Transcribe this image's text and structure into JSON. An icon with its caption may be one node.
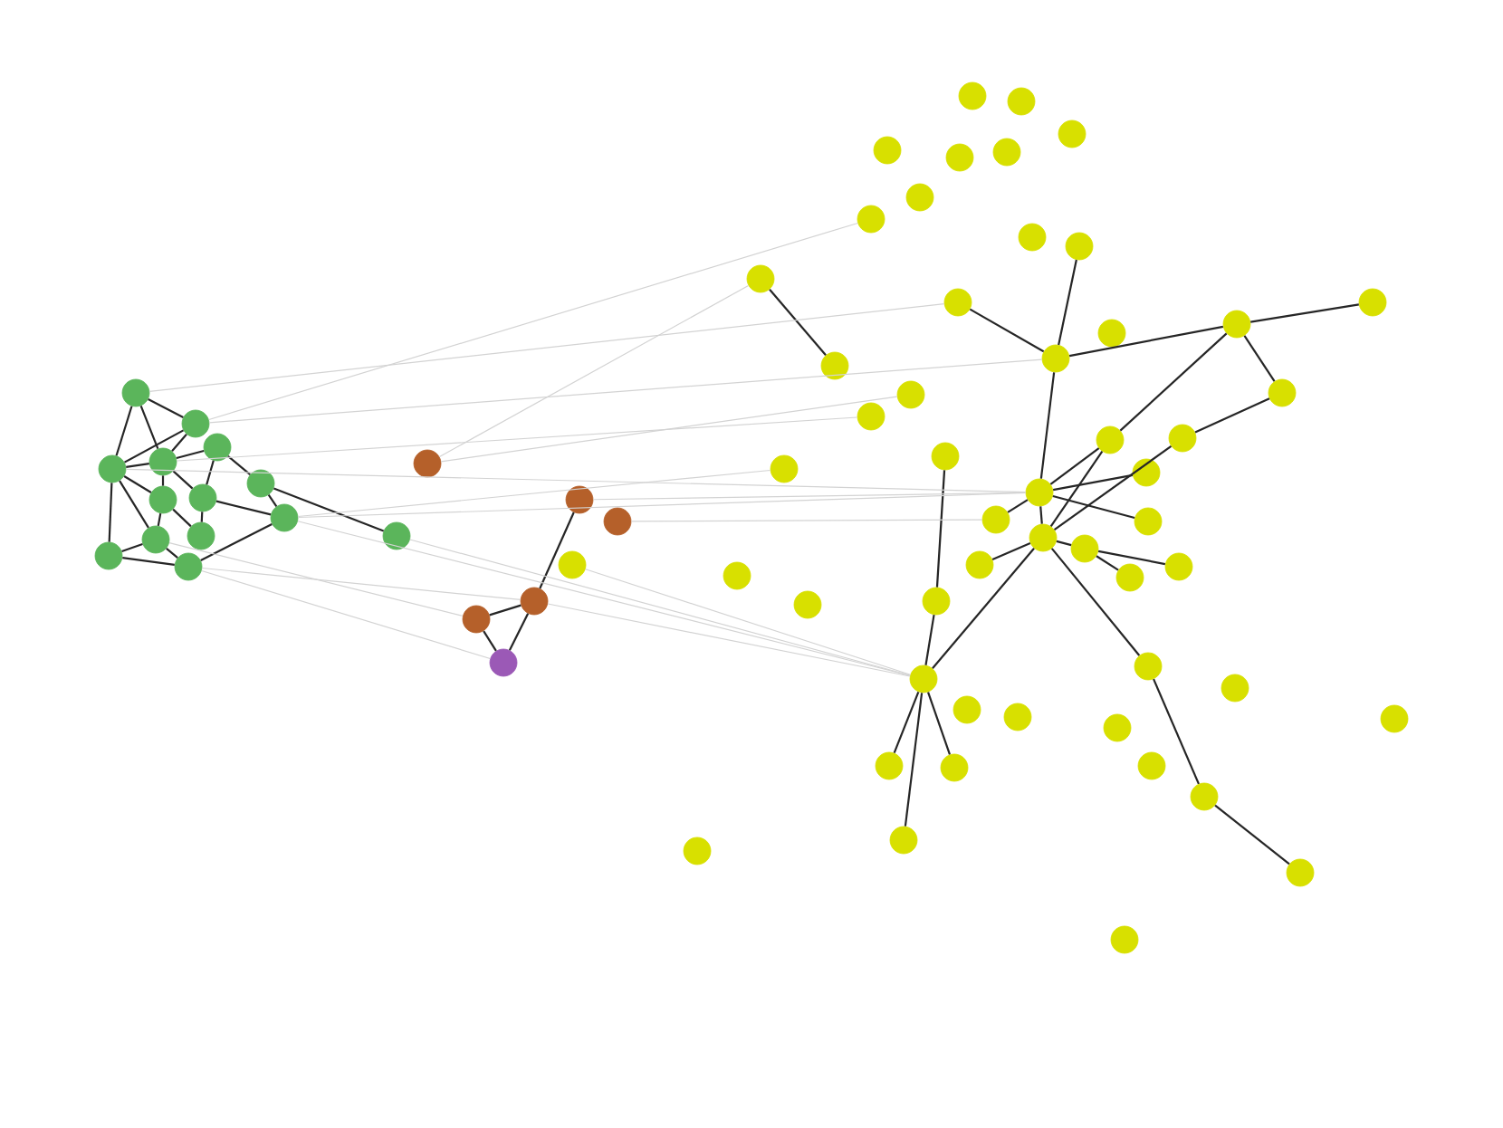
{
  "diagram": {
    "nodes": [
      {
        "text": [],
        "shape": "circle"
      },
      {
        "text": [],
        "shape": "circle"
      },
      {
        "text": [],
        "shape": "circle"
      },
      {
        "text": [],
        "shape": "circle"
      },
      {
        "text": [],
        "shape": "circle"
      },
      {
        "text": [],
        "shape": "circle"
      },
      {
        "text": [],
        "shape": "circle"
      },
      {
        "text": [],
        "shape": "circle"
      },
      {
        "text": [],
        "shape": "circle"
      },
      {
        "text": [],
        "shape": "circle"
      },
      {
        "text": [],
        "shape": "circle"
      },
      {
        "text": [],
        "shape": "circle"
      },
      {
        "text": [],
        "shape": "circle"
      },
      {
        "text": [],
        "shape": "circle"
      },
      {
        "text": [],
        "shape": "circle"
      },
      {
        "text": [],
        "shape": "circle"
      },
      {
        "text": [],
        "shape": "circle"
      },
      {
        "text": [],
        "shape": "circle"
      },
      {
        "text": [],
        "shape": "circle"
      },
      {
        "text": [],
        "shape": "circle"
      },
      {
        "text": [],
        "shape": "circle"
      },
      {
        "text": [],
        "shape": "circle"
      },
      {
        "text": [],
        "shape": "circle"
      },
      {
        "text": [],
        "shape": "circle"
      },
      {
        "text": [],
        "shape": "circle"
      },
      {
        "text": [],
        "shape": "circle"
      },
      {
        "text": [],
        "shape": "circle"
      },
      {
        "text": [],
        "shape": "circle"
      },
      {
        "text": [],
        "shape": "circle"
      },
      {
        "text": [],
        "shape": "circle"
      },
      {
        "text": [],
        "shape": "circle"
      },
      {
        "text": [],
        "shape": "circle"
      },
      {
        "text": [],
        "shape": "circle"
      },
      {
        "text": [],
        "shape": "circle"
      },
      {
        "text": [],
        "shape": "circle"
      },
      {
        "text": [],
        "shape": "circle"
      },
      {
        "text": [],
        "shape": "circle"
      },
      {
        "text": [],
        "shape": "circle"
      },
      {
        "text": [],
        "shape": "circle"
      },
      {
        "text": [],
        "shape": "circle"
      },
      {
        "text": [],
        "shape": "circle"
      },
      {
        "text": [],
        "shape": "circle"
      },
      {
        "text": [],
        "shape": "circle"
      },
      {
        "text": [],
        "shape": "circle"
      },
      {
        "text": [],
        "shape": "circle"
      },
      {
        "text": [],
        "shape": "circle"
      },
      {
        "text": [],
        "shape": "circle"
      },
      {
        "text": [],
        "shape": "circle"
      },
      {
        "text": [],
        "shape": "circle"
      },
      {
        "text": [],
        "shape": "circle"
      },
      {
        "text": [],
        "shape": "circle"
      },
      {
        "text": [],
        "shape": "circle"
      },
      {
        "text": [],
        "shape": "circle"
      },
      {
        "text": [],
        "shape": "circle"
      },
      {
        "text": [],
        "shape": "circle"
      },
      {
        "text": [],
        "shape": "circle"
      },
      {
        "text": [],
        "shape": "circle"
      },
      {
        "text": [],
        "shape": "circle"
      },
      {
        "text": [],
        "shape": "circle"
      },
      {
        "text": [],
        "shape": "circle"
      },
      {
        "text": [],
        "shape": "circle"
      },
      {
        "text": [],
        "shape": "circle"
      },
      {
        "text": [],
        "shape": "circle"
      },
      {
        "text": [],
        "shape": "circle"
      },
      {
        "text": [],
        "shape": "circle"
      },
      {
        "text": [],
        "shape": "circle"
      },
      {
        "text": [],
        "shape": "circle"
      },
      {
        "text": [],
        "shape": "circle"
      },
      {
        "text": [],
        "shape": "circle"
      },
      {
        "text": [],
        "shape": "circle"
      },
      {
        "text": [],
        "shape": "circle"
      },
      {
        "text": [],
        "shape": "circle"
      }
    ],
    "edges": [
      {
        "from": 0,
        "to": 1,
        "arrow": "none"
      },
      {
        "from": 0,
        "to": 3,
        "arrow": "none"
      },
      {
        "from": 0,
        "to": 4,
        "arrow": "none"
      },
      {
        "from": 1,
        "to": 4,
        "arrow": "none"
      },
      {
        "from": 2,
        "to": 5,
        "arrow": "none"
      },
      {
        "from": 3,
        "to": 4,
        "arrow": "none"
      },
      {
        "from": 3,
        "to": 6,
        "arrow": "none"
      },
      {
        "from": 3,
        "to": 9,
        "arrow": "none"
      },
      {
        "from": 3,
        "to": 11,
        "arrow": "none"
      },
      {
        "from": 3,
        "to": 1,
        "arrow": "none"
      },
      {
        "from": 4,
        "to": 6,
        "arrow": "none"
      },
      {
        "from": 4,
        "to": 7,
        "arrow": "none"
      },
      {
        "from": 5,
        "to": 8,
        "arrow": "none"
      },
      {
        "from": 5,
        "to": 13,
        "arrow": "none"
      },
      {
        "from": 6,
        "to": 10,
        "arrow": "none"
      },
      {
        "from": 7,
        "to": 8,
        "arrow": "none"
      },
      {
        "from": 9,
        "to": 11,
        "arrow": "none"
      },
      {
        "from": 9,
        "to": 12,
        "arrow": "none"
      },
      {
        "from": 11,
        "to": 12,
        "arrow": "none"
      },
      {
        "from": 12,
        "to": 8,
        "arrow": "none"
      },
      {
        "from": 2,
        "to": 7,
        "arrow": "none"
      },
      {
        "from": 4,
        "to": 2,
        "arrow": "none"
      },
      {
        "from": 6,
        "to": 9,
        "arrow": "none"
      },
      {
        "from": 10,
        "to": 7,
        "arrow": "none"
      },
      {
        "from": 15,
        "to": 17,
        "arrow": "none"
      },
      {
        "from": 17,
        "to": 19,
        "arrow": "none"
      },
      {
        "from": 17,
        "to": 18,
        "arrow": "none"
      },
      {
        "from": 18,
        "to": 19,
        "arrow": "none"
      },
      {
        "from": 31,
        "to": 37,
        "arrow": "none"
      },
      {
        "from": 30,
        "to": 36,
        "arrow": "none"
      },
      {
        "from": 32,
        "to": 36,
        "arrow": "none"
      },
      {
        "from": 36,
        "to": 35,
        "arrow": "none"
      },
      {
        "from": 35,
        "to": 33,
        "arrow": "none"
      },
      {
        "from": 35,
        "to": 38,
        "arrow": "none"
      },
      {
        "from": 36,
        "to": 46,
        "arrow": "none"
      },
      {
        "from": 35,
        "to": 42,
        "arrow": "none"
      },
      {
        "from": 38,
        "to": 43,
        "arrow": "none"
      },
      {
        "from": 43,
        "to": 49,
        "arrow": "none"
      },
      {
        "from": 42,
        "to": 46,
        "arrow": "none"
      },
      {
        "from": 42,
        "to": 49,
        "arrow": "none"
      },
      {
        "from": 46,
        "to": 45,
        "arrow": "none"
      },
      {
        "from": 46,
        "to": 48,
        "arrow": "none"
      },
      {
        "from": 46,
        "to": 47,
        "arrow": "none"
      },
      {
        "from": 46,
        "to": 49,
        "arrow": "none"
      },
      {
        "from": 49,
        "to": 51,
        "arrow": "none"
      },
      {
        "from": 49,
        "to": 50,
        "arrow": "none"
      },
      {
        "from": 50,
        "to": 52,
        "arrow": "none"
      },
      {
        "from": 50,
        "to": 53,
        "arrow": "none"
      },
      {
        "from": 49,
        "to": 57,
        "arrow": "none"
      },
      {
        "from": 57,
        "to": 67,
        "arrow": "none"
      },
      {
        "from": 67,
        "to": 70,
        "arrow": "none"
      },
      {
        "from": 49,
        "to": 58,
        "arrow": "none"
      },
      {
        "from": 41,
        "to": 56,
        "arrow": "none"
      },
      {
        "from": 56,
        "to": 58,
        "arrow": "none"
      },
      {
        "from": 58,
        "to": 64,
        "arrow": "none"
      },
      {
        "from": 58,
        "to": 65,
        "arrow": "none"
      },
      {
        "from": 58,
        "to": 69,
        "arrow": "none"
      },
      {
        "from": 0,
        "to": 32,
        "arrow": "none",
        "color": "#d3d3d3"
      },
      {
        "from": 1,
        "to": 28,
        "arrow": "none",
        "color": "#d3d3d3"
      },
      {
        "from": 14,
        "to": 31,
        "arrow": "none",
        "color": "#d3d3d3"
      },
      {
        "from": 3,
        "to": 46,
        "arrow": "none",
        "color": "#d3d3d3"
      },
      {
        "from": 14,
        "to": 39,
        "arrow": "none",
        "color": "#d3d3d3"
      },
      {
        "from": 8,
        "to": 44,
        "arrow": "none",
        "color": "#d3d3d3"
      },
      {
        "from": 8,
        "to": 46,
        "arrow": "none",
        "color": "#d3d3d3"
      },
      {
        "from": 8,
        "to": 58,
        "arrow": "none",
        "color": "#d3d3d3"
      },
      {
        "from": 12,
        "to": 17,
        "arrow": "none",
        "color": "#d3d3d3"
      },
      {
        "from": 12,
        "to": 19,
        "arrow": "none",
        "color": "#d3d3d3"
      },
      {
        "from": 9,
        "to": 18,
        "arrow": "none",
        "color": "#d3d3d3"
      },
      {
        "from": 1,
        "to": 36,
        "arrow": "none",
        "color": "#d3d3d3"
      },
      {
        "from": 13,
        "to": 58,
        "arrow": "none",
        "color": "#d3d3d3"
      },
      {
        "from": 20,
        "to": 58,
        "arrow": "none",
        "color": "#d3d3d3"
      },
      {
        "from": 17,
        "to": 58,
        "arrow": "none",
        "color": "#d3d3d3"
      },
      {
        "from": 15,
        "to": 46,
        "arrow": "none",
        "color": "#d3d3d3"
      },
      {
        "from": 16,
        "to": 47,
        "arrow": "none",
        "color": "#d3d3d3"
      },
      {
        "from": 4,
        "to": 40,
        "arrow": "none",
        "color": "#d3d3d3"
      }
    ]
  }
}
